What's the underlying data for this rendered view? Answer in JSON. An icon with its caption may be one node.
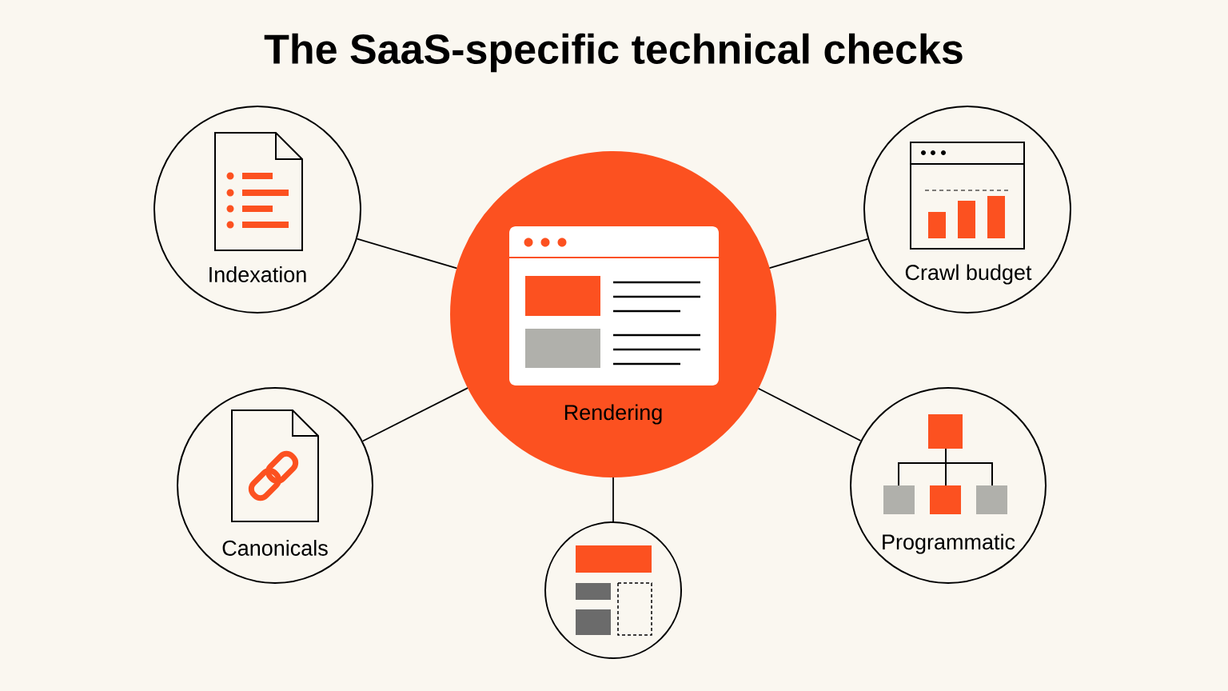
{
  "diagram": {
    "title": "The SaaS-specific technical checks",
    "nodes": [
      {
        "text": [
          "Rendering"
        ]
      },
      {
        "text": [
          "Indexation"
        ]
      },
      {
        "text": [
          "Crawl budget"
        ]
      },
      {
        "text": [
          "Canonicals"
        ]
      },
      {
        "text": [
          "Programmatic"
        ]
      },
      {
        "text": [],
        "shape": "circle"
      }
    ],
    "edges": [
      {
        "from": 0,
        "to": 1,
        "arrow": "none"
      },
      {
        "from": 0,
        "to": 2,
        "arrow": "none"
      },
      {
        "from": 0,
        "to": 3,
        "arrow": "none"
      },
      {
        "from": 0,
        "to": 4,
        "arrow": "none"
      },
      {
        "from": 0,
        "to": 5,
        "arrow": "none"
      }
    ]
  }
}
